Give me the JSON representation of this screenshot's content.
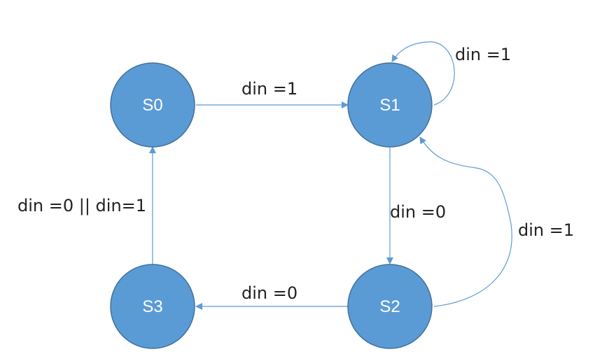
{
  "states": {
    "s0": "S0",
    "s1": "S1",
    "s2": "S2",
    "s3": "S3"
  },
  "transitions": {
    "s0_to_s1": "din =1",
    "s1_self": "din =1",
    "s1_to_s2": "din =0",
    "s2_to_s1": "din =1",
    "s2_to_s3": "din =0",
    "s3_to_s0": "din =0 || din=1"
  },
  "colors": {
    "state_fill": "#5B9BD5",
    "state_stroke": "#41719C",
    "edge": "#5B9BD5"
  }
}
